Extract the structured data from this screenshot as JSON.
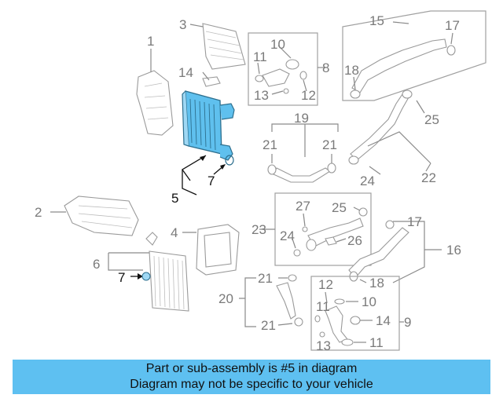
{
  "colors": {
    "highlight": "#5fc0ee",
    "banner_bg": "#5ec0f1",
    "line_gray": "#8a8a8a",
    "label_gray": "#7a7a7a"
  },
  "callouts": {
    "n1": "1",
    "n2": "2",
    "n3": "3",
    "n4": "4",
    "n5": "5",
    "n6": "6",
    "n7a": "7",
    "n7b": "7",
    "n8": "8",
    "n9": "9",
    "n10a": "10",
    "n10b": "10",
    "n11a": "11",
    "n11b": "11",
    "n12a": "12",
    "n12b": "12",
    "n13a": "13",
    "n13b": "13",
    "n14a": "14",
    "n14b": "14",
    "n15": "15",
    "n16": "16",
    "n17a": "17",
    "n17b": "17",
    "n18a": "18",
    "n18b": "18",
    "n19": "19",
    "n20": "20",
    "n21a": "21",
    "n21b": "21",
    "n21c": "21",
    "n21d": "21",
    "n22": "22",
    "n23": "23",
    "n24a": "24",
    "n24b": "24",
    "n25a": "25",
    "n25b": "25",
    "n26": "26",
    "n27": "27"
  },
  "banner": {
    "line1": "Part or sub-assembly is #5 in diagram",
    "line2": "Diagram may not be specific to your vehicle"
  }
}
